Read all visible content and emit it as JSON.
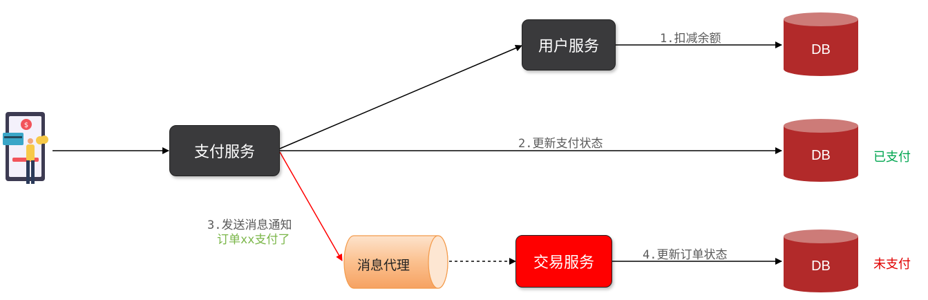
{
  "nodes": {
    "pay_service": "支付服务",
    "user_service": "用户服务",
    "trade_service": "交易服务",
    "broker": "消息代理",
    "db_label": "DB"
  },
  "edges": {
    "deduct": "1.扣减余额",
    "update_pay": "2.更新支付状态",
    "send_msg_line1": "3.发送消息通知",
    "send_msg_line2": "订单xx支付了",
    "update_order": "4.更新订单状态"
  },
  "statuses": {
    "paid": "已支付",
    "unpaid": "未支付"
  },
  "colors": {
    "db_top": "#cd7b78",
    "db_body": "#b22a2a",
    "box_dark": "#3a3a3c",
    "box_red": "#ff0000",
    "paid_green": "#00a650",
    "unpaid_red": "#e00000",
    "msg_green": "#7ab648"
  },
  "icons": {
    "user": "phone-payment-person-icon"
  }
}
